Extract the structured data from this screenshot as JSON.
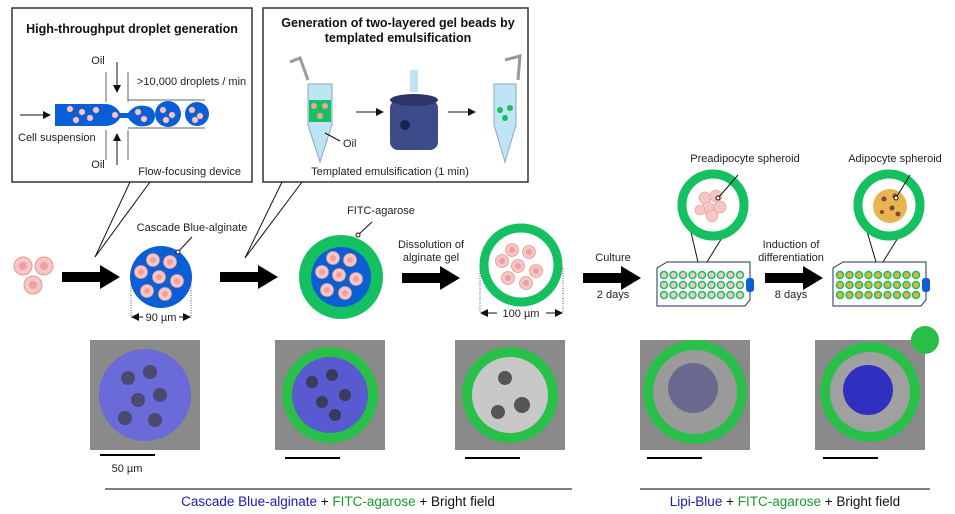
{
  "panel_droplet": {
    "title": "High-throughput droplet generation",
    "oil_top": "Oil",
    "oil_bottom": "Oil",
    "rate": ">10,000 droplets / min",
    "inlet": "Cell suspension",
    "device": "Flow-focusing device"
  },
  "panel_emulsion": {
    "title_line1": "Generation of two-layered gel beads by",
    "title_line2": "templated emulsification",
    "oil": "Oil",
    "caption": "Templated emulsification (1 min)"
  },
  "workflow": {
    "alginate_label": "Cascade Blue-alginate",
    "size1": "90 µm",
    "agarose_label": "FITC-agarose",
    "dissolution_line1": "Dissolution of",
    "dissolution_line2": "alginate gel",
    "size2": "100 µm",
    "culture": "Culture",
    "culture_days": "2 days",
    "preadipocyte": "Preadipocyte spheroid",
    "induction_line1": "Induction of",
    "induction_line2": "differentiation",
    "induction_days": "8 days",
    "adipocyte": "Adipocyte spheroid"
  },
  "micrographs": {
    "scale_bar": "50 µm"
  },
  "legend_left": {
    "part1": "Cascade Blue-alginate",
    "plus1": " + ",
    "part2": "FITC-agarose",
    "plus2": " + ",
    "part3": "Bright field"
  },
  "legend_right": {
    "part1": "Lipi-Blue",
    "plus1": " + ",
    "part2": "FITC-agarose",
    "plus2": " + ",
    "part3": "Bright field"
  },
  "colors": {
    "alginate_blue": "#0a5fd6",
    "agarose_green": "#14c060",
    "cell_pink": "#f6c6c6",
    "legend_blue": "#1a1ab0",
    "legend_green": "#1a9a2a"
  }
}
